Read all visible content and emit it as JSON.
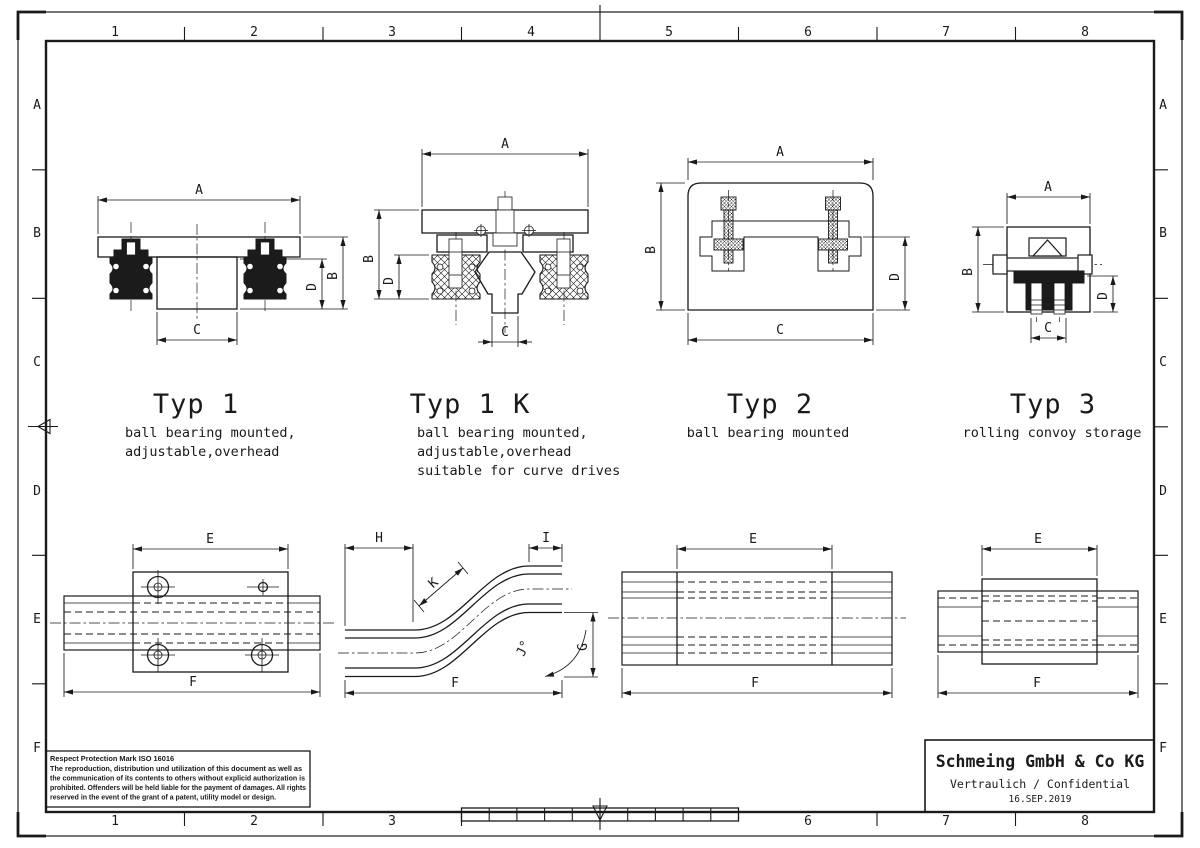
{
  "colors": {
    "background": "#ffffff",
    "line": "#1a1a1a",
    "dark_fill": "#1b1b1b"
  },
  "frame": {
    "columns": [
      "1",
      "2",
      "3",
      "4",
      "5",
      "6",
      "7",
      "8"
    ],
    "rows": [
      "A",
      "B",
      "C",
      "D",
      "E",
      "F"
    ]
  },
  "dims": {
    "A": "A",
    "B": "B",
    "C": "C",
    "D": "D",
    "E": "E",
    "F": "F",
    "G": "G",
    "H": "H",
    "I": "I",
    "K": "K",
    "J": "J°"
  },
  "types": [
    {
      "name": "Typ 1",
      "lines": [
        "ball bearing mounted,",
        "adjustable,overhead"
      ]
    },
    {
      "name": "Typ 1 K",
      "lines": [
        "ball bearing mounted,",
        "adjustable,overhead",
        "suitable for curve drives"
      ]
    },
    {
      "name": "Typ 2",
      "lines": [
        "ball bearing mounted"
      ]
    },
    {
      "name": "Typ 3",
      "lines": [
        "rolling convoy storage"
      ]
    }
  ],
  "title_block": {
    "company": "Schmeing GmbH & Co KG",
    "confidential": "Vertraulich / Confidential",
    "date": "16.SEP.2019"
  },
  "legal": {
    "title": "Respect Protection Mark ISO 16016",
    "line1": "The reproduction, distribution und utilization of this document as well as",
    "line2": "the communication of its contents to others without explicid authorization is",
    "line3": "prohibited. Offenders will be held liable for the payment of damages. All rights",
    "line4": "reserved in the event of the grant of a patent, utility model or design."
  }
}
